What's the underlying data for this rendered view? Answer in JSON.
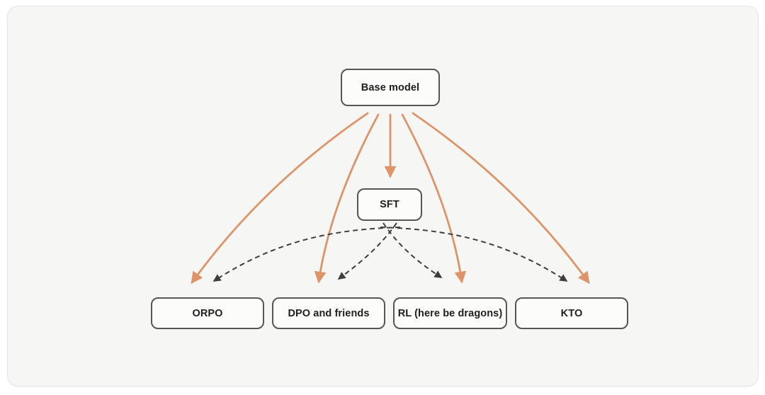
{
  "diagram": {
    "nodes": {
      "base": {
        "label": "Base model"
      },
      "sft": {
        "label": "SFT"
      },
      "orpo": {
        "label": "ORPO"
      },
      "dpo": {
        "label": "DPO and friends"
      },
      "rl": {
        "label": "RL (here be dragons)"
      },
      "kto": {
        "label": "KTO"
      }
    },
    "edges": [
      {
        "from": "Base model",
        "to": "ORPO",
        "style": "solid"
      },
      {
        "from": "Base model",
        "to": "DPO and friends",
        "style": "solid"
      },
      {
        "from": "Base model",
        "to": "SFT",
        "style": "solid"
      },
      {
        "from": "Base model",
        "to": "RL (here be dragons)",
        "style": "solid"
      },
      {
        "from": "Base model",
        "to": "KTO",
        "style": "solid"
      },
      {
        "from": "SFT",
        "to": "ORPO",
        "style": "dashed"
      },
      {
        "from": "SFT",
        "to": "DPO and friends",
        "style": "dashed"
      },
      {
        "from": "SFT",
        "to": "RL (here be dragons)",
        "style": "dashed"
      },
      {
        "from": "SFT",
        "to": "KTO",
        "style": "dashed"
      }
    ],
    "colors": {
      "solid_edge": "#dd9469",
      "dashed_edge": "#3e3e3e",
      "node_border": "#565656",
      "node_fill": "#fcfcfb",
      "card_bg": "#f6f6f4",
      "card_border": "#e6e6e4",
      "text": "#202020"
    }
  }
}
